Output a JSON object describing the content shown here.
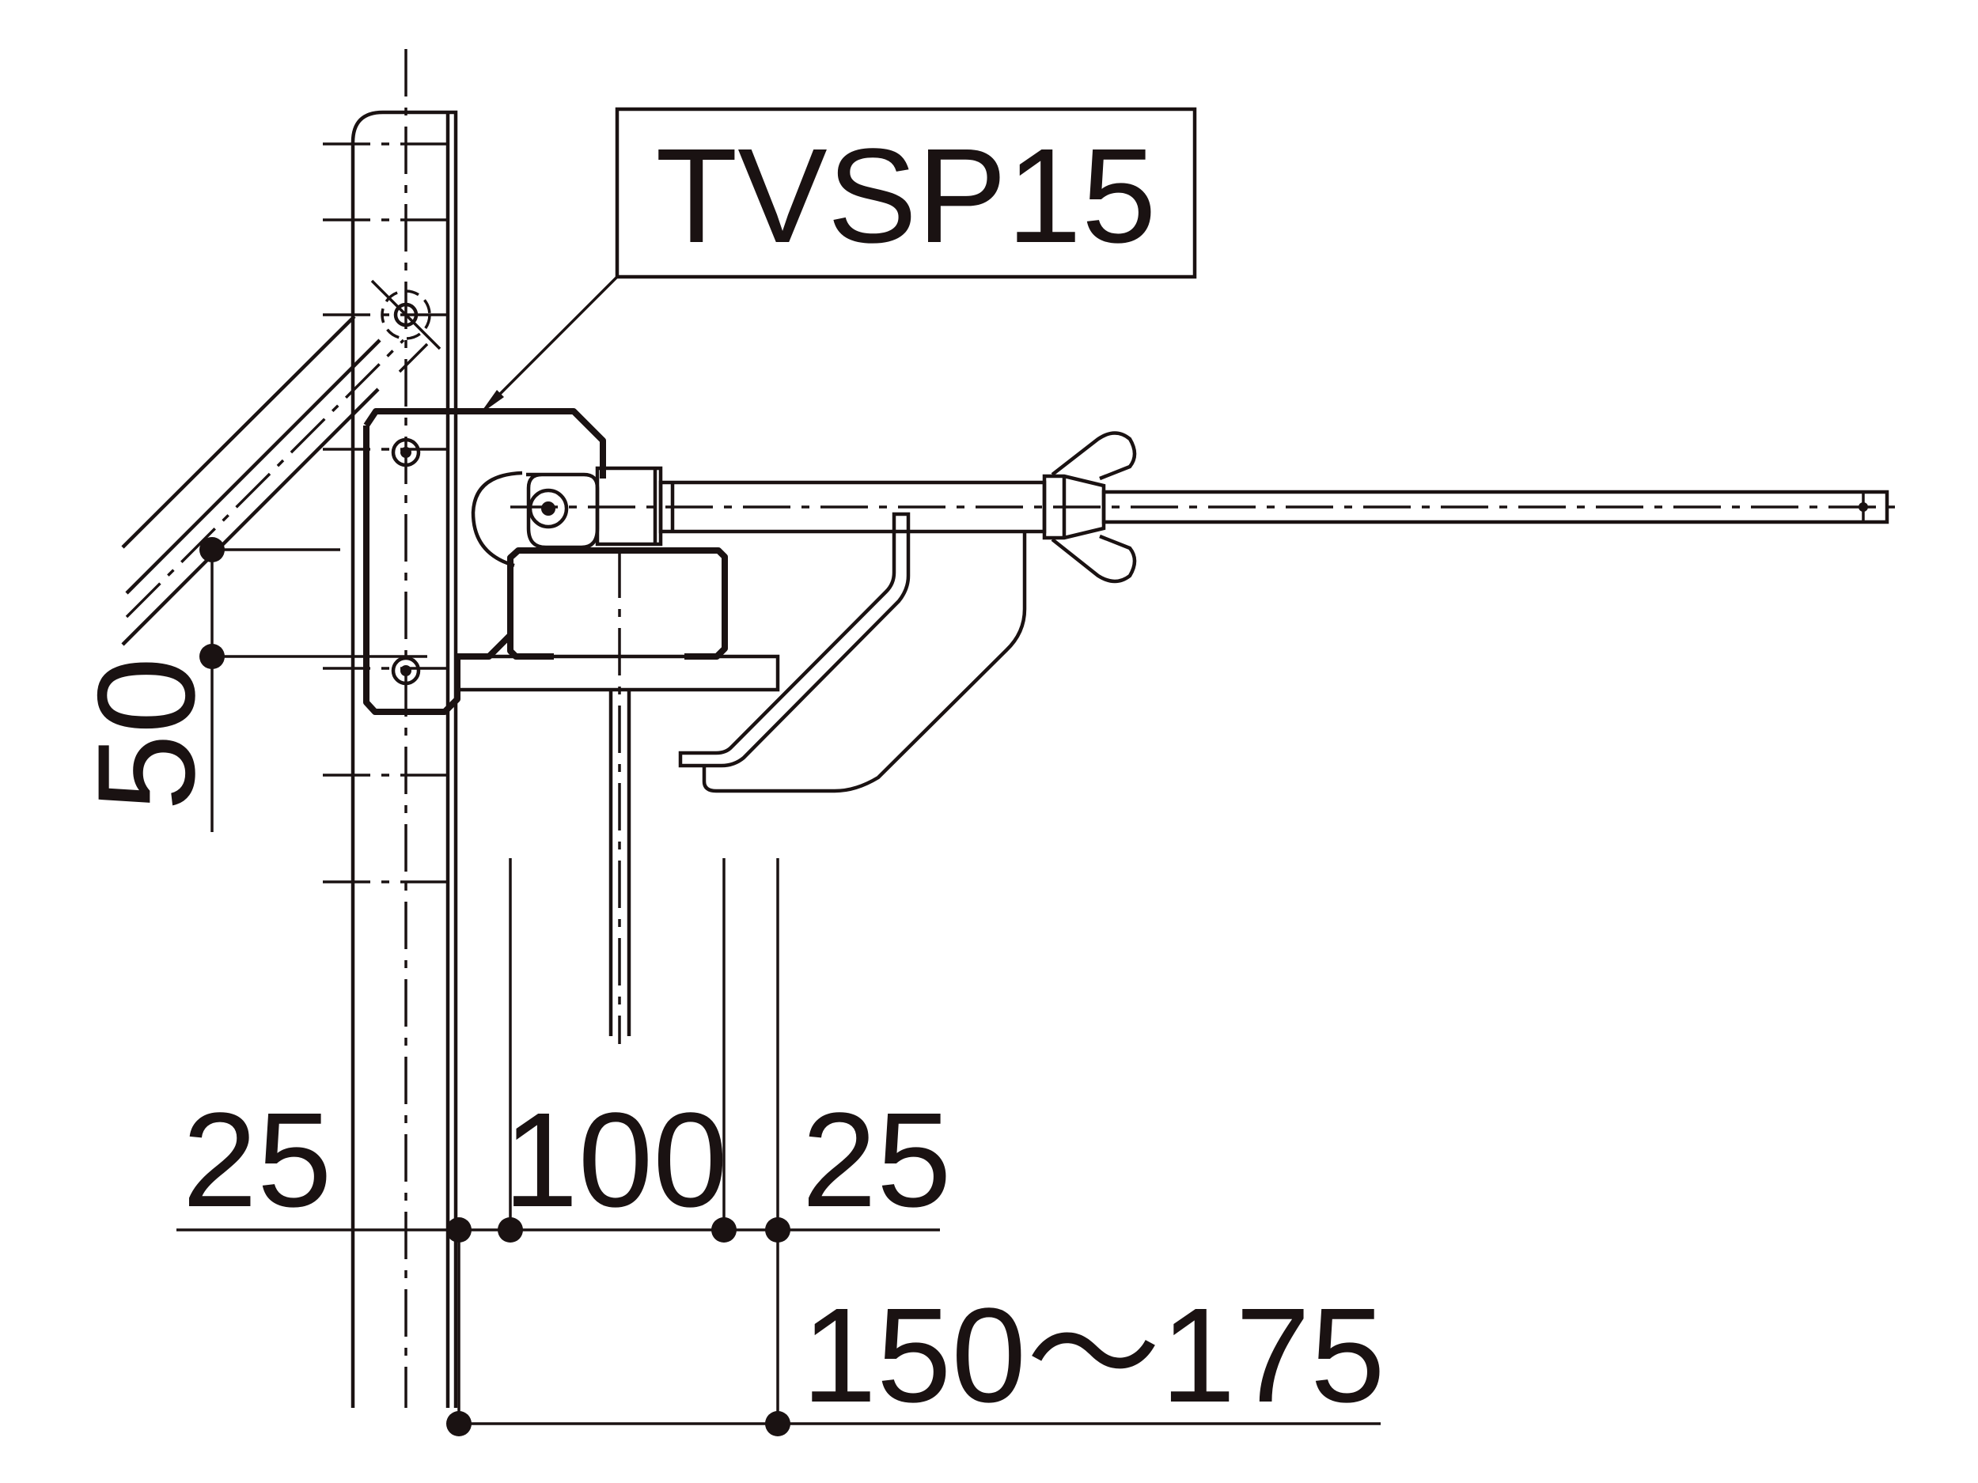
{
  "callout": {
    "model_label": "TVSP15"
  },
  "dimensions": {
    "height": "50",
    "left_offset": "25",
    "span": "100",
    "right_offset": "25",
    "overall_range": "150～175"
  },
  "colors": {
    "line": "#1a1212",
    "background": "#ffffff"
  }
}
